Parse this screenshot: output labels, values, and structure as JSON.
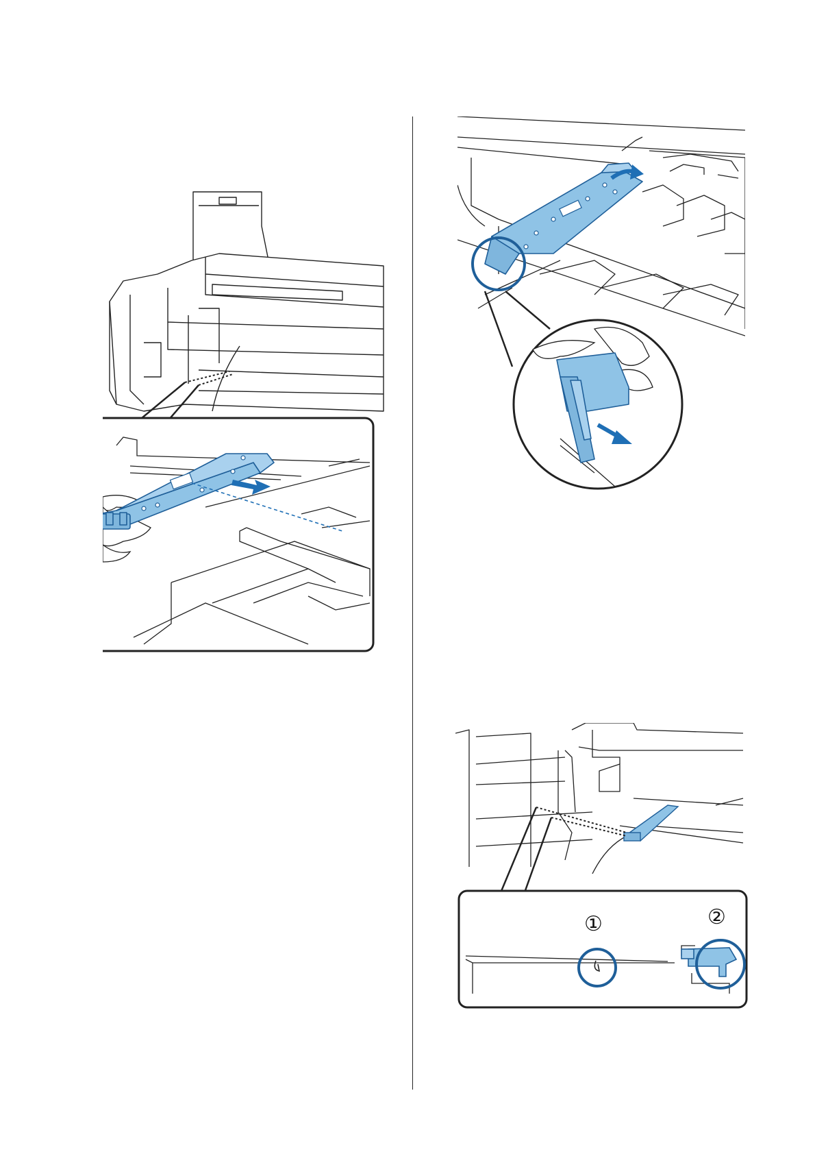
{
  "page": {
    "background": "#ffffff"
  },
  "colors": {
    "part_fill": "#8fc3e6",
    "part_stroke": "#1f5f99",
    "arrow": "#1f6fb5",
    "highlight_ring": "#1f5f99",
    "line": "#222222"
  },
  "figures": [
    {
      "id": "fig-left",
      "description_icon": "edge-guard-slide-out-illustration"
    },
    {
      "id": "fig-right-top",
      "description_icon": "edge-guard-release-clip-illustration"
    },
    {
      "id": "fig-right-bottom",
      "description_icon": "edge-guard-attach-points-illustration"
    }
  ],
  "callouts": {
    "one": "①",
    "two": "②"
  }
}
